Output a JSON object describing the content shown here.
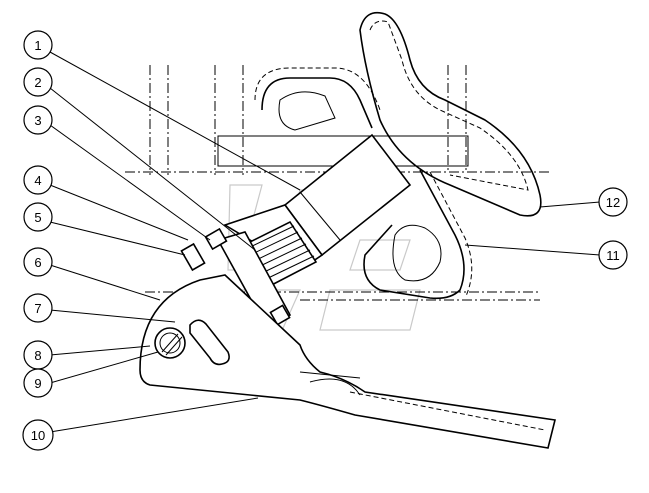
{
  "callouts": [
    {
      "label": "1"
    },
    {
      "label": "2"
    },
    {
      "label": "3"
    },
    {
      "label": "4"
    },
    {
      "label": "5"
    },
    {
      "label": "6"
    },
    {
      "label": "7"
    },
    {
      "label": "8"
    },
    {
      "label": "9"
    },
    {
      "label": "10"
    },
    {
      "label": "11"
    },
    {
      "label": "12"
    }
  ],
  "colors": {
    "line": "#000000",
    "background": "#ffffff",
    "watermark": "#c9c9c9"
  }
}
